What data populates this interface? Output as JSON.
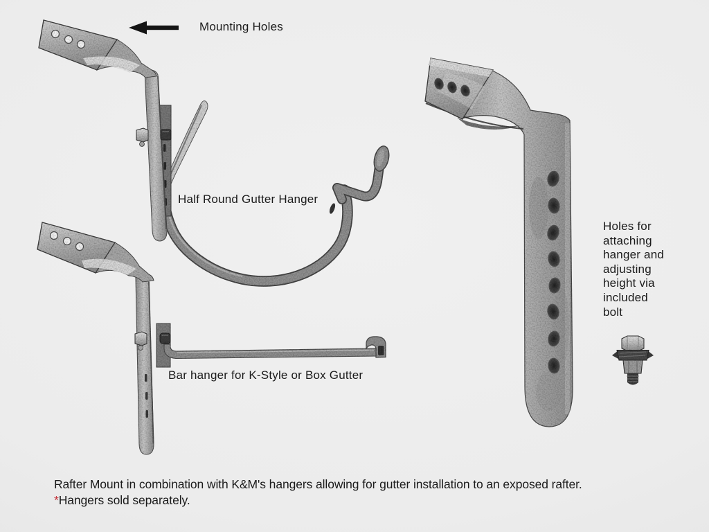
{
  "page": {
    "background": "#ececec",
    "text_color": "#1b1b1b",
    "accent_red": "#c4343c",
    "arrow_color": "#141414"
  },
  "annotations": {
    "mounting_holes": "Mounting Holes",
    "half_round_hanger": "Half Round Gutter Hanger",
    "bar_hanger": "Bar hanger for K-Style or Box Gutter",
    "holes_note": "Holes for\nattaching\nhanger and\nadjusting\nheight via\nincluded\nbolt"
  },
  "caption": {
    "line1": "Rafter Mount in combination with K&M's hangers allowing for gutter installation to an exposed rafter.",
    "footnote_mark": "*",
    "footnote": "Hangers sold separately."
  }
}
